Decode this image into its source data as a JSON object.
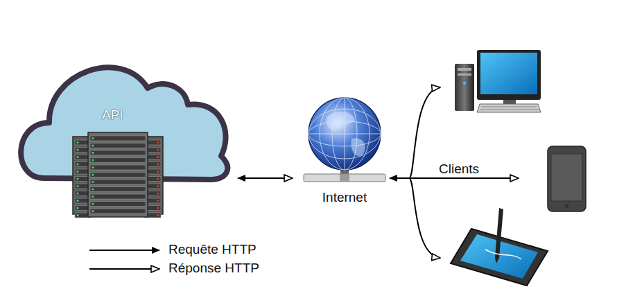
{
  "diagram": {
    "nodes": [
      {
        "text": [
          "API"
        ]
      },
      {
        "text": [
          "Internet"
        ]
      }
    ],
    "edges": [
      {
        "from": 0,
        "to": 1,
        "arrow": "both"
      }
    ],
    "labels": [
      "Clients"
    ],
    "legend": [
      {
        "text": "Requête HTTP"
      },
      {
        "text": "Réponse HTTP"
      }
    ]
  }
}
